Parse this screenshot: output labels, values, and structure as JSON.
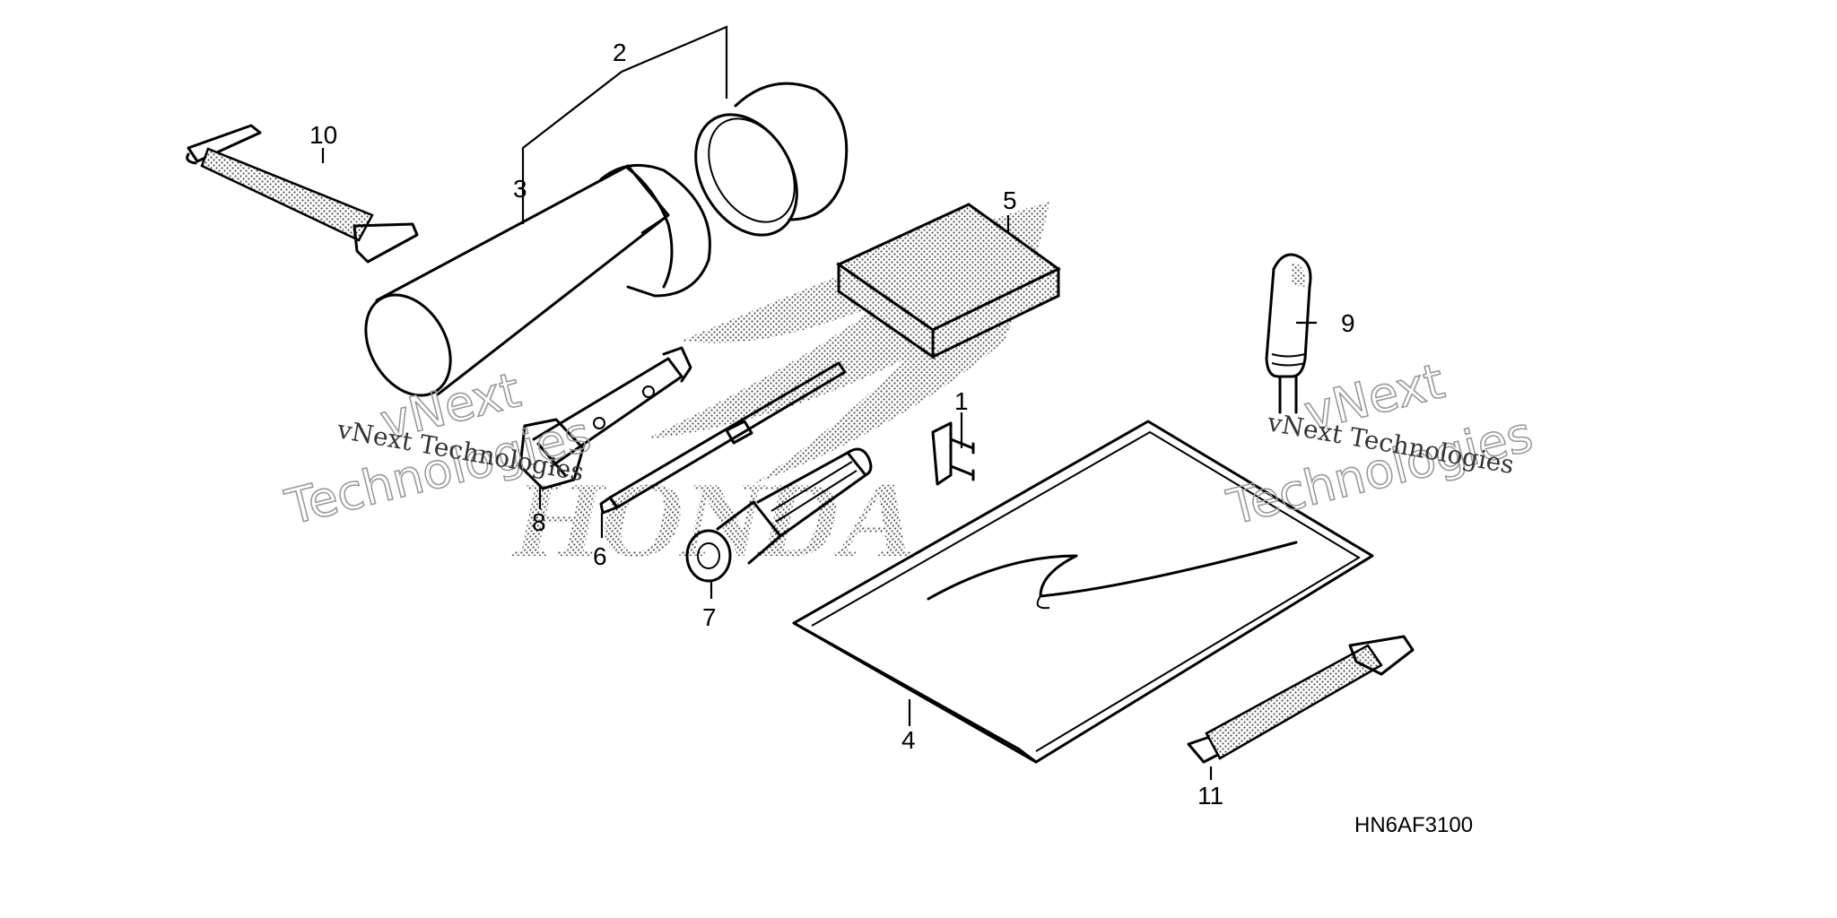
{
  "diagram": {
    "code": "HN6AF3100",
    "brand_logo": "HONDA",
    "watermark": {
      "line1": "vNext",
      "line2": "Technologies",
      "caption": "vNext Technologies"
    },
    "callouts": [
      {
        "id": "part-1",
        "label": "1"
      },
      {
        "id": "part-2",
        "label": "2"
      },
      {
        "id": "part-3",
        "label": "3"
      },
      {
        "id": "part-4",
        "label": "4"
      },
      {
        "id": "part-5",
        "label": "5"
      },
      {
        "id": "part-6",
        "label": "6"
      },
      {
        "id": "part-7",
        "label": "7"
      },
      {
        "id": "part-8",
        "label": "8"
      },
      {
        "id": "part-9",
        "label": "9"
      },
      {
        "id": "part-10",
        "label": "10"
      },
      {
        "id": "part-11",
        "label": "11"
      }
    ]
  },
  "colors": {
    "ink": "#000000",
    "background": "#ffffff",
    "watermark": "#9a9a9a"
  }
}
